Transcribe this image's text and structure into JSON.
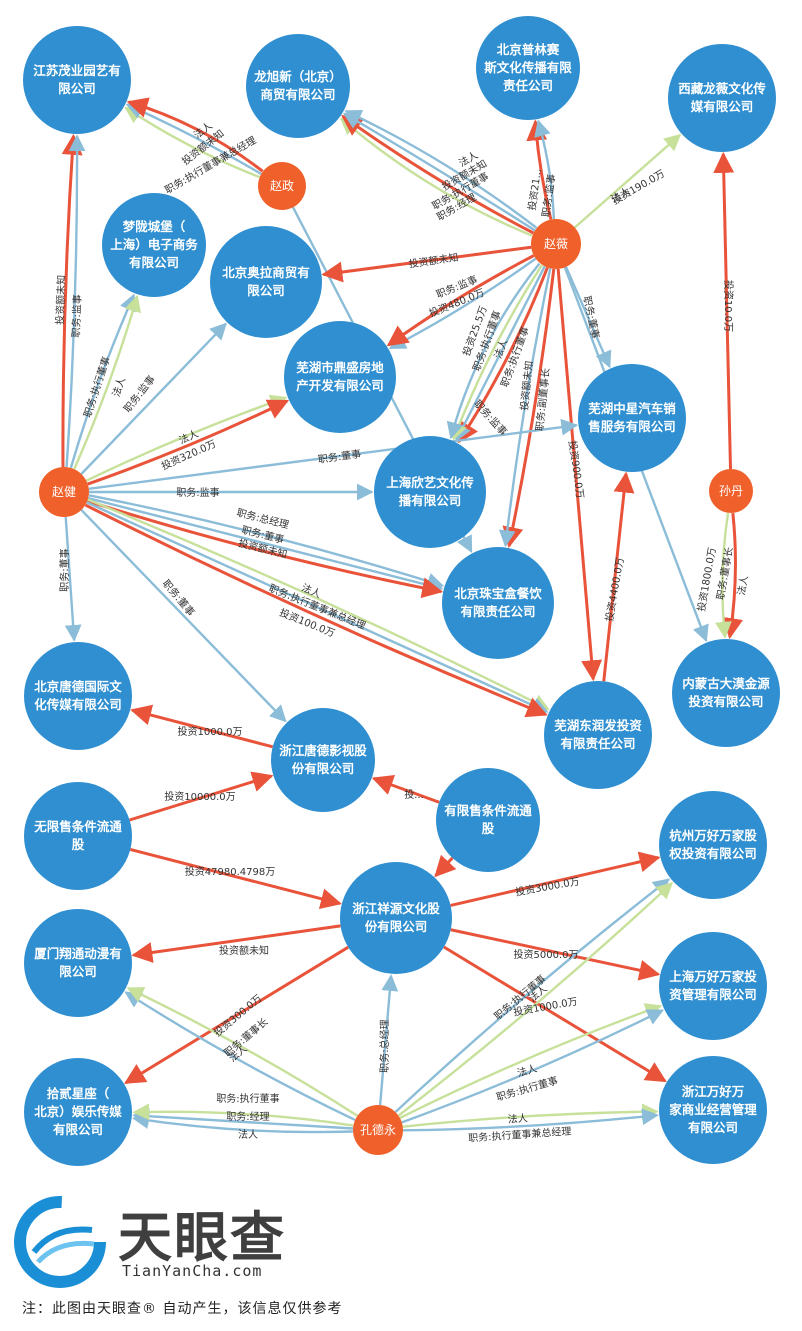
{
  "colors": {
    "company": "#2f8fd0",
    "person": "#f0602b",
    "red": "#e8533a",
    "blue": "#8bbcd8",
    "green": "#c7e09a"
  },
  "companies": [
    {
      "id": "jiangsu",
      "lines": [
        "江苏茂业园艺有",
        "限公司"
      ]
    },
    {
      "id": "longxu",
      "lines": [
        "龙旭新（北京）",
        "商贸有限公司"
      ]
    },
    {
      "id": "beijingpl",
      "lines": [
        "北京普林赛",
        "斯文化传播有限",
        "责任公司"
      ]
    },
    {
      "id": "xizang",
      "lines": [
        "西藏龙薇文化传",
        "媒有限公司"
      ]
    },
    {
      "id": "menglong",
      "lines": [
        "梦陇城堡（",
        "上海）电子商务",
        "有限公司"
      ]
    },
    {
      "id": "aola",
      "lines": [
        "北京奥拉商贸有",
        "限公司"
      ]
    },
    {
      "id": "dingsheng",
      "lines": [
        "芜湖市鼎盛房地",
        "产开发有限公司"
      ]
    },
    {
      "id": "zhongxing",
      "lines": [
        "芜湖中星汽车销",
        "售服务有限公司"
      ]
    },
    {
      "id": "xinyi",
      "lines": [
        "上海欣艺文化传",
        "播有限公司"
      ]
    },
    {
      "id": "zhubao",
      "lines": [
        "北京珠宝盒餐饮",
        "有限责任公司"
      ]
    },
    {
      "id": "tangde",
      "lines": [
        "北京唐德国际文",
        "化传媒有限公司"
      ]
    },
    {
      "id": "dongrun",
      "lines": [
        "芜湖东润发投资",
        "有限责任公司"
      ]
    },
    {
      "id": "neimeng",
      "lines": [
        "内蒙古大漠金源",
        "投资有限公司"
      ]
    },
    {
      "id": "zjtangde",
      "lines": [
        "浙江唐德影视股",
        "份有限公司"
      ]
    },
    {
      "id": "wuxian",
      "lines": [
        "无限售条件流通",
        "股"
      ]
    },
    {
      "id": "youxian",
      "lines": [
        "有限售条件流通",
        "股"
      ]
    },
    {
      "id": "hangzhou",
      "lines": [
        "杭州万好万家股",
        "权投资有限公司"
      ]
    },
    {
      "id": "xiangyuan",
      "lines": [
        "浙江祥源文化股",
        "份有限公司"
      ]
    },
    {
      "id": "xiamen",
      "lines": [
        "厦门翔通动漫有",
        "限公司"
      ]
    },
    {
      "id": "shwhwj",
      "lines": [
        "上海万好万家投",
        "资管理有限公司"
      ]
    },
    {
      "id": "shiwu",
      "lines": [
        "拾贰星座（",
        "北京）娱乐传媒",
        "有限公司"
      ]
    },
    {
      "id": "zjwhwj",
      "lines": [
        "浙江万好万",
        "家商业经营管理",
        "有限公司"
      ]
    }
  ],
  "persons": [
    {
      "id": "zhaozheng",
      "name": "赵政"
    },
    {
      "id": "zhaowei",
      "name": "赵薇"
    },
    {
      "id": "zhaojian",
      "name": "赵健"
    },
    {
      "id": "sundan",
      "name": "孙丹"
    },
    {
      "id": "kongdeyong",
      "name": "孔德永"
    }
  ],
  "edge_labels": [
    "法人",
    "投资额未知",
    "职务:执行董事兼总经理",
    "法人",
    "投资额未知",
    "职务:执行董事",
    "职务:经理",
    "投资21...",
    "职务:监事",
    "法人",
    "投资190.0万",
    "投资额未知",
    "职务:监事",
    "投资480.0万",
    "投资25.5万",
    "职务:执行董事",
    "法人",
    "职务:执行董事",
    "职务:董事",
    "投资额未知",
    "职务:副董事长",
    "职务:监事",
    "投资900.0万",
    "投资10.0万",
    "投资额未知",
    "职务:监事",
    "职务:执行董事",
    "法人",
    "职务:监事",
    "法人",
    "投资320.0万",
    "职务:董事",
    "职务:监事",
    "职务:总经理",
    "职务:董事",
    "投资额未知",
    "法人",
    "职务:执行董事兼总经理",
    "投资100.0万",
    "职务:董事",
    "职务:董事",
    "投资4400.0万",
    "投资1800.0万",
    "职务:董事长",
    "法人",
    "投资1000.0万",
    "投资10000.0万",
    "投...",
    "投资47980.4798万",
    "投资3000.0万",
    "投资额未知",
    "投资5000.0万",
    "投资1000.0万",
    "职务:执行董事",
    "法人",
    "投资300.0万",
    "职务:董事长",
    "法人",
    "职务:总经理",
    "法人",
    "职务:执行董事",
    "职务:执行董事",
    "职务:经理",
    "法人",
    "法人",
    "职务:执行董事兼总经理"
  ],
  "footer": {
    "logo_text": "天眼查",
    "logo_sub": "TianYanCha.com",
    "note": "注：此图由天眼查® 自动产生，该信息仅供参考"
  }
}
